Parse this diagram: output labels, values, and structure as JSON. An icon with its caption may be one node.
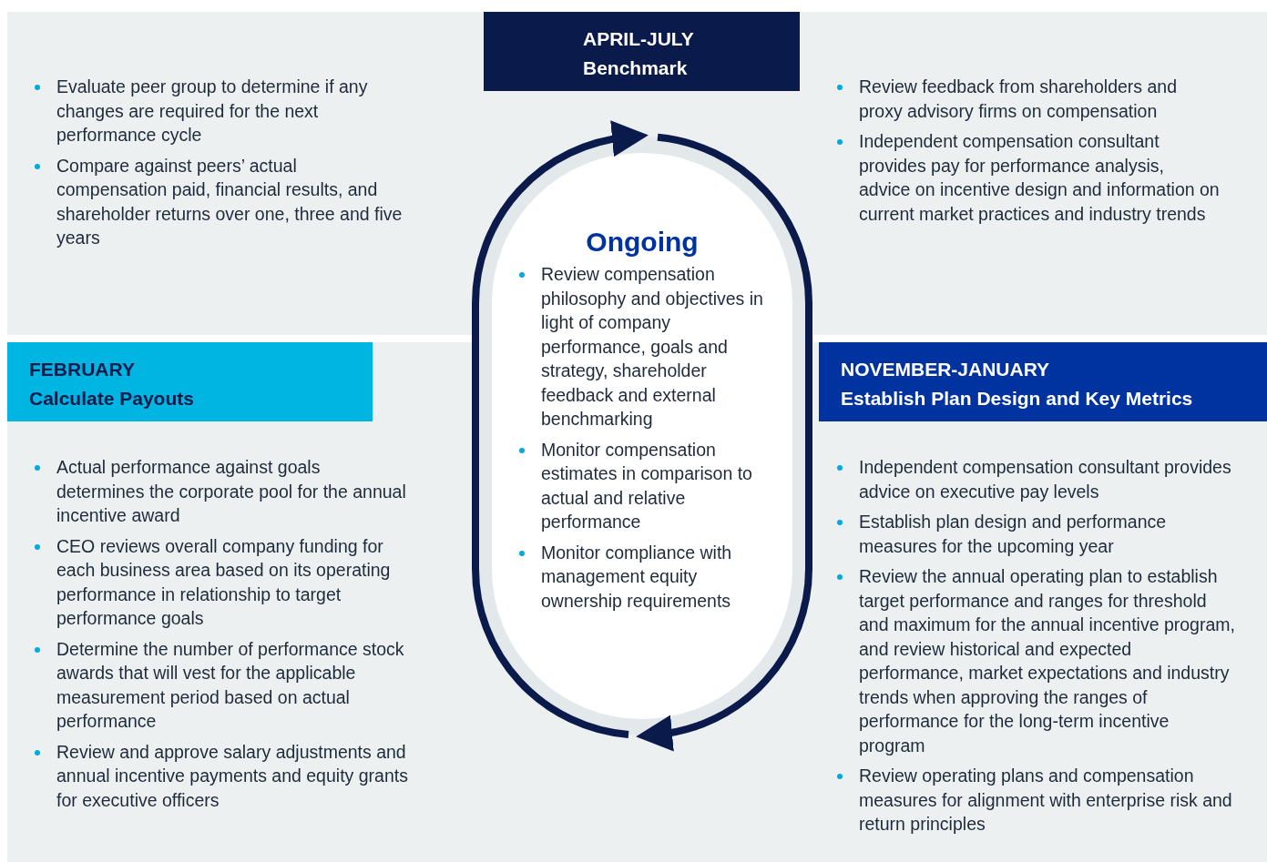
{
  "diagram": {
    "nodes": [
      {
        "text": [
          "APRIL-JULY",
          "Benchmark"
        ]
      },
      {
        "text": [
          "FEBRUARY",
          "Calculate Payouts"
        ]
      },
      {
        "text": [
          "Ongoing",
          "Review compensation philosophy and objectives in light of company performance, goals and strategy, shareholder feedback and external benchmarking",
          "Monitor compensation estimates in comparison to actual and relative performance",
          "Monitor compliance with management equity ownership requirements"
        ]
      },
      {
        "text": [
          "NOVEMBER-JANUARY",
          "Establish Plan Design and Key Metrics"
        ]
      }
    ],
    "edges": [],
    "labels": [
      "Evaluate peer group to determine if any changes are required for the next performance cycle",
      "Compare against peers’ actual compensation paid, financial results, and shareholder returns over one, three and five years",
      "Review feedback from shareholders and proxy advisory firms on compensation",
      "Independent compensation consultant provides pay for performance analysis, advice on incentive design and information on current market practices and industry trends",
      "Actual performance against goals determines the corporate pool for the annual incentive award",
      "CEO reviews overall company funding for each business area based on its operating performance in relationship to target performance goals",
      "Determine the number of performance stock awards that will vest for the applicable measurement period based on actual performance",
      "Review and approve salary adjustments and annual incentive payments and equity grants for executive officers",
      "Independent compensation consultant provides advice on executive pay levels",
      "Establish plan design and performance measures for the upcoming year",
      "Review the annual operating plan to establish target performance and ranges for threshold and maximum for the annual incentive program, and review historical and expected performance, market expectations and industry trends when approving the ranges of performance for the long-term incentive program",
      "Review operating plans and compensation measures for alignment with enterprise risk and return principles"
    ]
  }
}
